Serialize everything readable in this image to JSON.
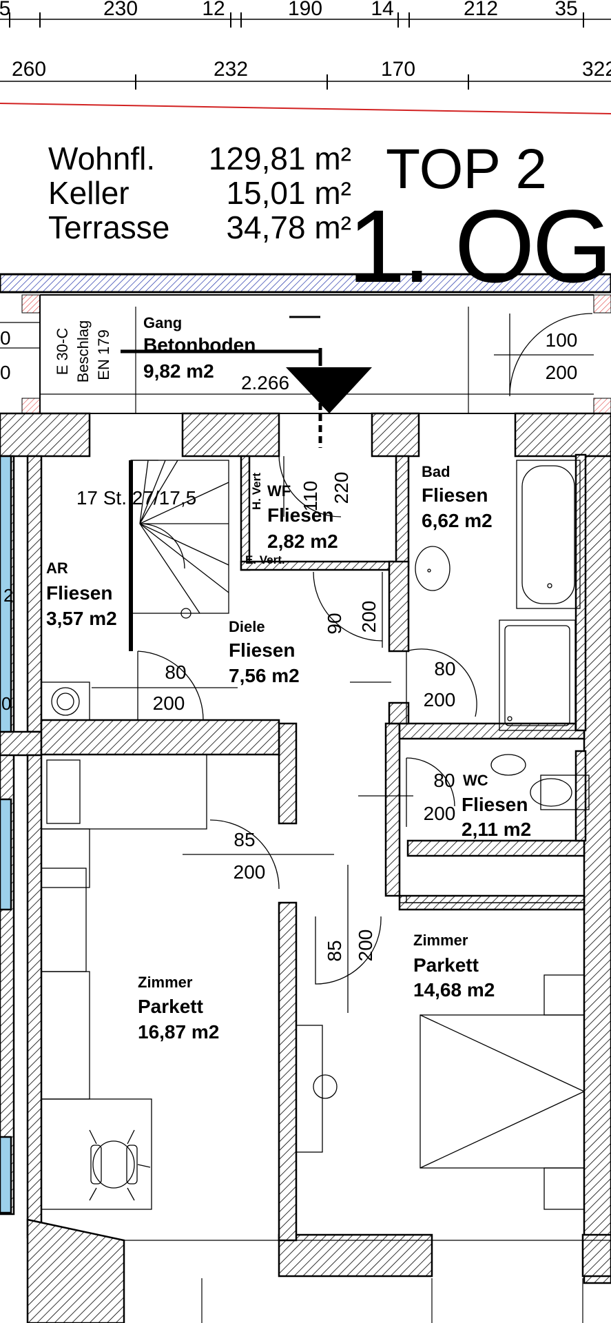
{
  "header": {
    "wohnfl_label": "Wohnfl.",
    "wohnfl_value": "129,81 m²",
    "keller_label": "Keller",
    "keller_value": "15,01 m²",
    "terrasse_label": "Terrasse",
    "terrasse_value": "34,78 m²",
    "top": "TOP 2",
    "floor": "1. OG"
  },
  "dimensions": {
    "row1": [
      "5",
      "230",
      "12",
      "190",
      "14",
      "212",
      "35"
    ],
    "row2": [
      "260",
      "232",
      "170",
      "322"
    ]
  },
  "door_labels": {
    "entry_fire_rating": "E 30-C",
    "entry_hardware": "Beschlag",
    "entry_norm": "EN 179",
    "gang_dim": "2.266",
    "left_0a": "0",
    "left_0b": "0",
    "right_w": "100",
    "right_h": "200",
    "wf_w": "110",
    "wf_h": "220",
    "diele_w": "90",
    "diele_h": "200",
    "ar_w": "80",
    "ar_h": "200",
    "bad_w": "80",
    "bad_h": "200",
    "wc_w": "80",
    "wc_h": "200",
    "zimmer1_w": "85",
    "zimmer1_h": "200",
    "zimmer2_w": "85",
    "zimmer2_h": "200",
    "stairs": "17 St. 27/17,5",
    "h_vert": "H. Vert",
    "e_vert": "E. Vert.",
    "left_edge_a": "2",
    "left_edge_b": "0"
  },
  "rooms": {
    "gang": {
      "name": "Gang",
      "floor": "Betonboden",
      "area": "9,82 m2"
    },
    "ar": {
      "name": "AR",
      "floor": "Fliesen",
      "area": "3,57 m2"
    },
    "wf": {
      "name": "WF",
      "floor": "Fliesen",
      "area": "2,82 m2"
    },
    "bad": {
      "name": "Bad",
      "floor": "Fliesen",
      "area": "6,62 m2"
    },
    "diele": {
      "name": "Diele",
      "floor": "Fliesen",
      "area": "7,56 m2"
    },
    "wc": {
      "name": "WC",
      "floor": "Fliesen",
      "area": "2,11 m2"
    },
    "zimmer1": {
      "name": "Zimmer",
      "floor": "Parkett",
      "area": "16,87 m2"
    },
    "zimmer2": {
      "name": "Zimmer",
      "floor": "Parkett",
      "area": "14,68 m2"
    }
  },
  "colors": {
    "wall_hatch": "#000000",
    "terrace_hatch": "#2233aa",
    "property_line": "#d22222",
    "window": "#9cd0ea",
    "column_hatch": "#e04444"
  }
}
